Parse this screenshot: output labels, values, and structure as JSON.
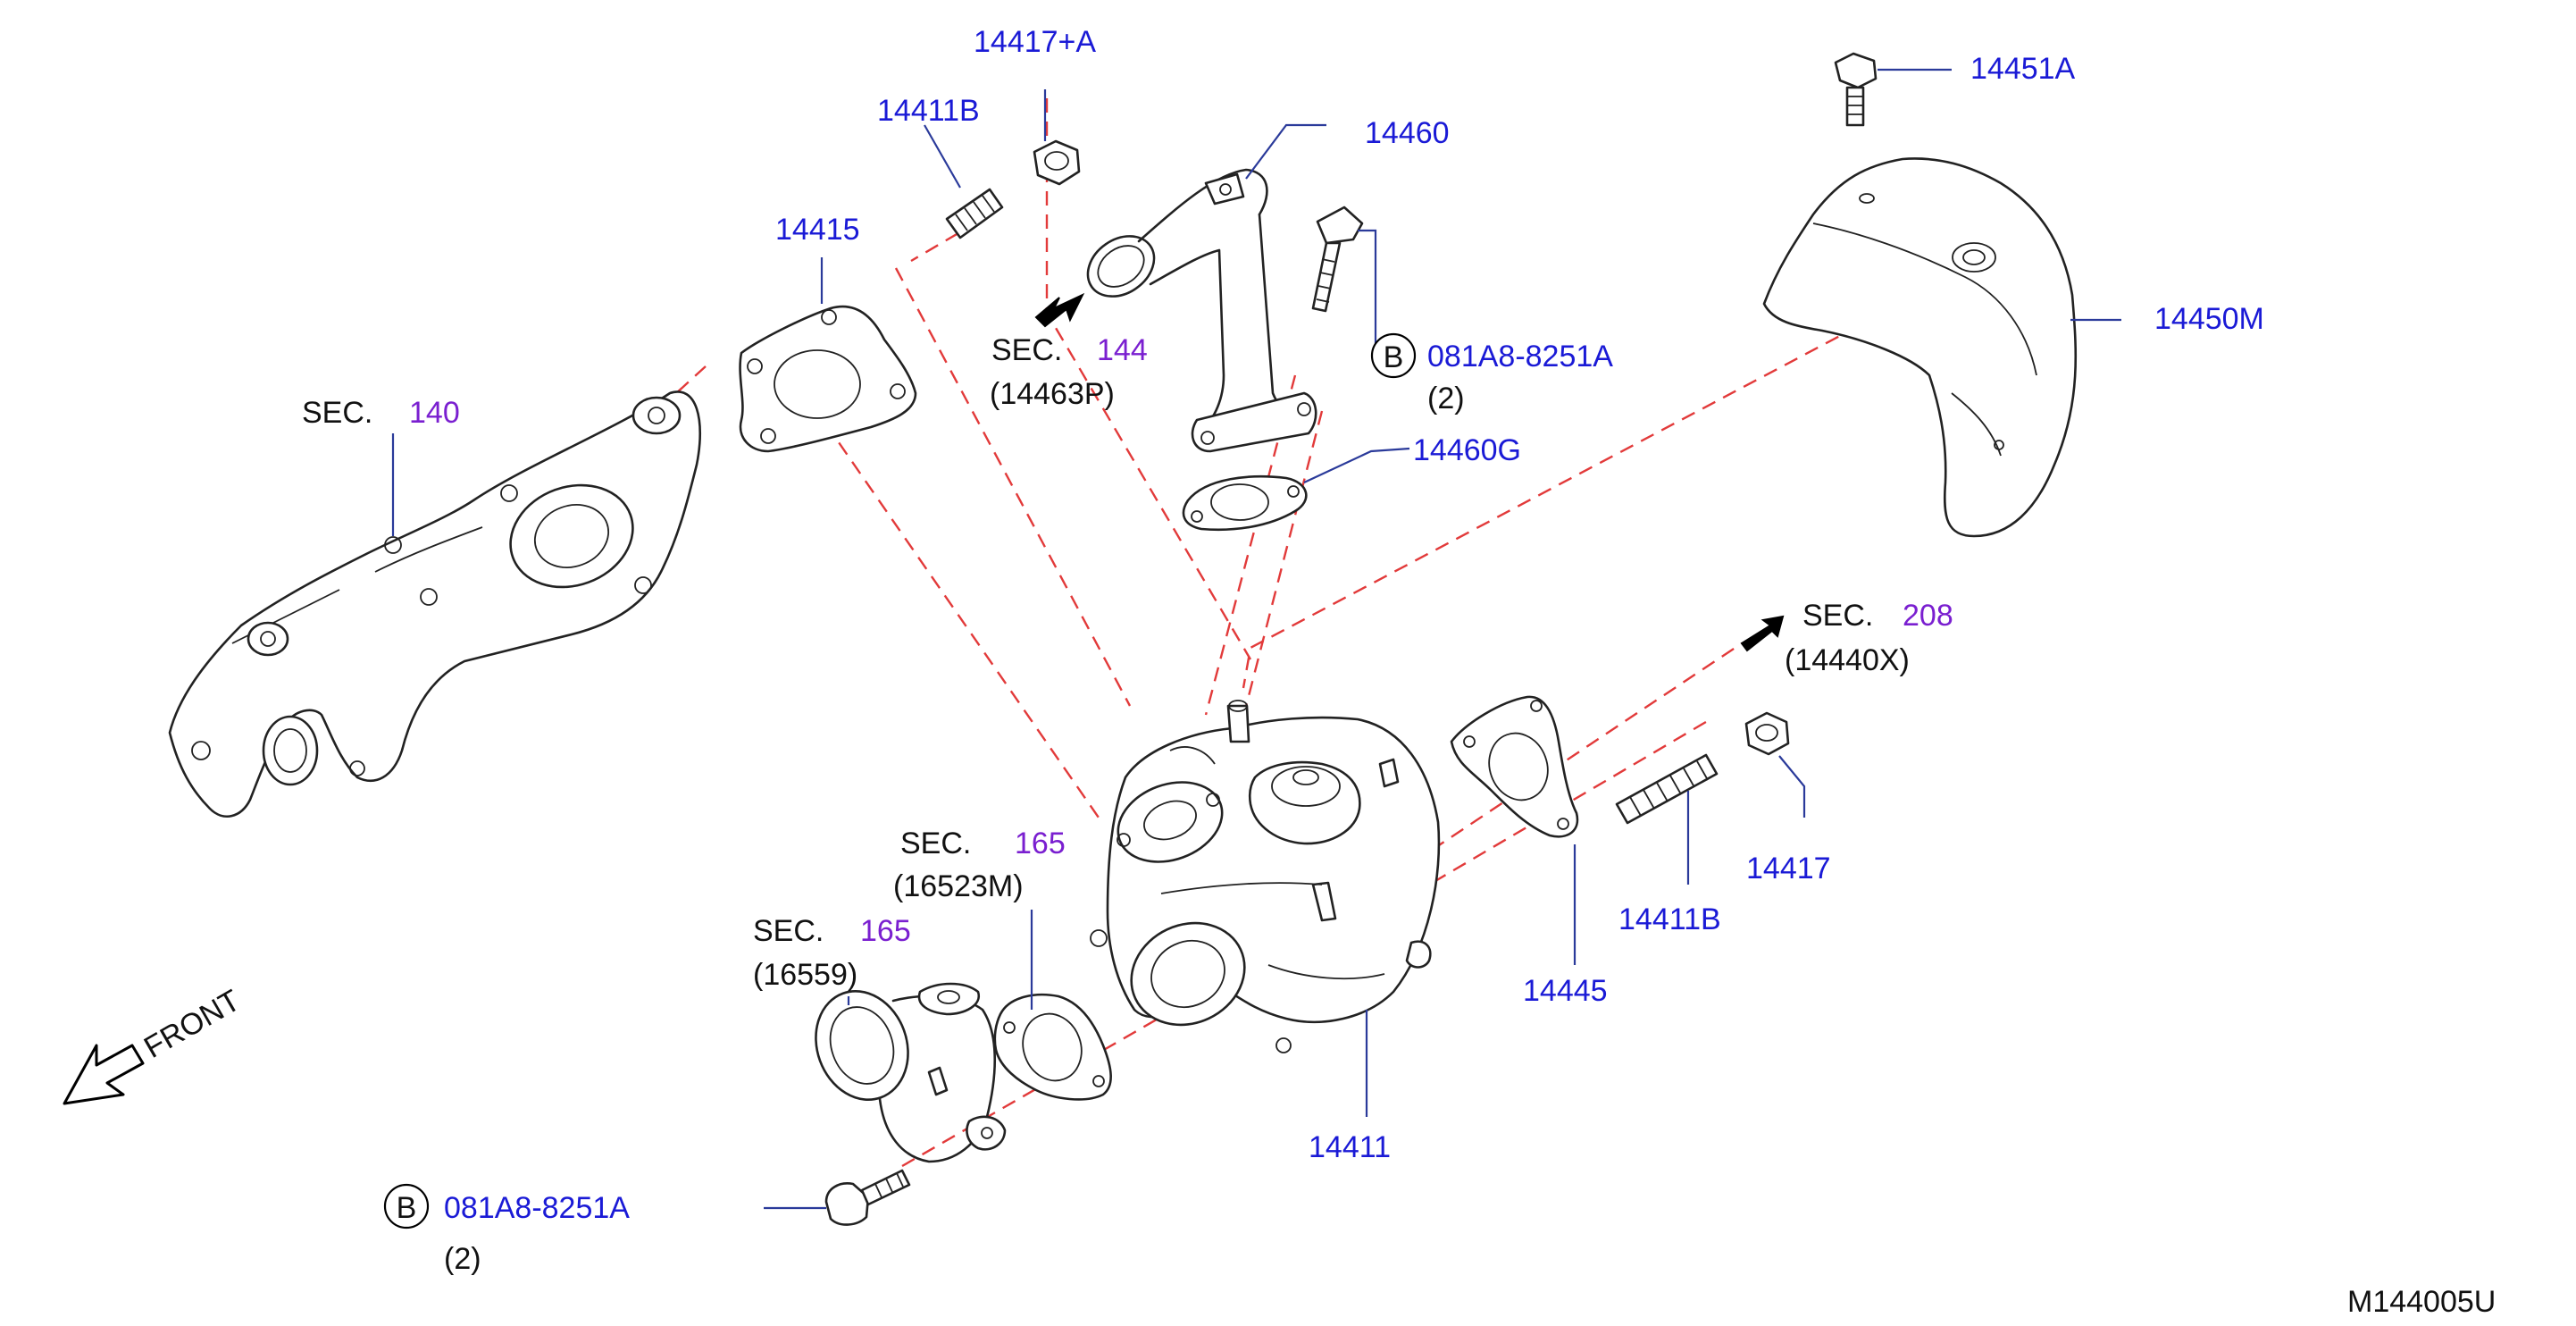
{
  "diagram": {
    "code": "M144005U",
    "front_label": "FRONT",
    "callouts": [
      {
        "id": "p14417A",
        "text": "14417+A",
        "kind": "part"
      },
      {
        "id": "p14411B_top",
        "text": "14411B",
        "kind": "part"
      },
      {
        "id": "p14460",
        "text": "14460",
        "kind": "part"
      },
      {
        "id": "p14451A",
        "text": "14451A",
        "kind": "part"
      },
      {
        "id": "p14415",
        "text": "14415",
        "kind": "part"
      },
      {
        "id": "p14450M",
        "text": "14450M",
        "kind": "part"
      },
      {
        "id": "p081A8_top",
        "text": "081A8-8251A",
        "kind": "part"
      },
      {
        "id": "p14460G",
        "text": "14460G",
        "kind": "part"
      },
      {
        "id": "p14445",
        "text": "14445",
        "kind": "part"
      },
      {
        "id": "p14411B_bot",
        "text": "14411B",
        "kind": "part"
      },
      {
        "id": "p14417",
        "text": "14417",
        "kind": "part"
      },
      {
        "id": "p14411",
        "text": "14411",
        "kind": "part"
      },
      {
        "id": "p081A8_bot",
        "text": "081A8-8251A",
        "kind": "part"
      }
    ],
    "qty_notes": [
      {
        "id": "q_top",
        "text": "(2)"
      },
      {
        "id": "q_bot",
        "text": "(2)"
      }
    ],
    "bolt_badges": [
      {
        "id": "b_top",
        "text": "B"
      },
      {
        "id": "b_bot",
        "text": "B"
      }
    ],
    "sections": [
      {
        "id": "s140",
        "prefix": "SEC.",
        "number": "140",
        "sub": ""
      },
      {
        "id": "s144",
        "prefix": "SEC.",
        "number": "144",
        "sub": "(14463P)"
      },
      {
        "id": "s208",
        "prefix": "SEC.",
        "number": "208",
        "sub": "(14440X)"
      },
      {
        "id": "s165a",
        "prefix": "SEC.",
        "number": "165",
        "sub": "(16523M)"
      },
      {
        "id": "s165b",
        "prefix": "SEC.",
        "number": "165",
        "sub": "(16559)"
      }
    ],
    "colors": {
      "part_number": "#1a1ad6",
      "section_number": "#7a1fd0",
      "dashed_line": "#e23a3a",
      "leader": "#2a3a9a"
    }
  }
}
